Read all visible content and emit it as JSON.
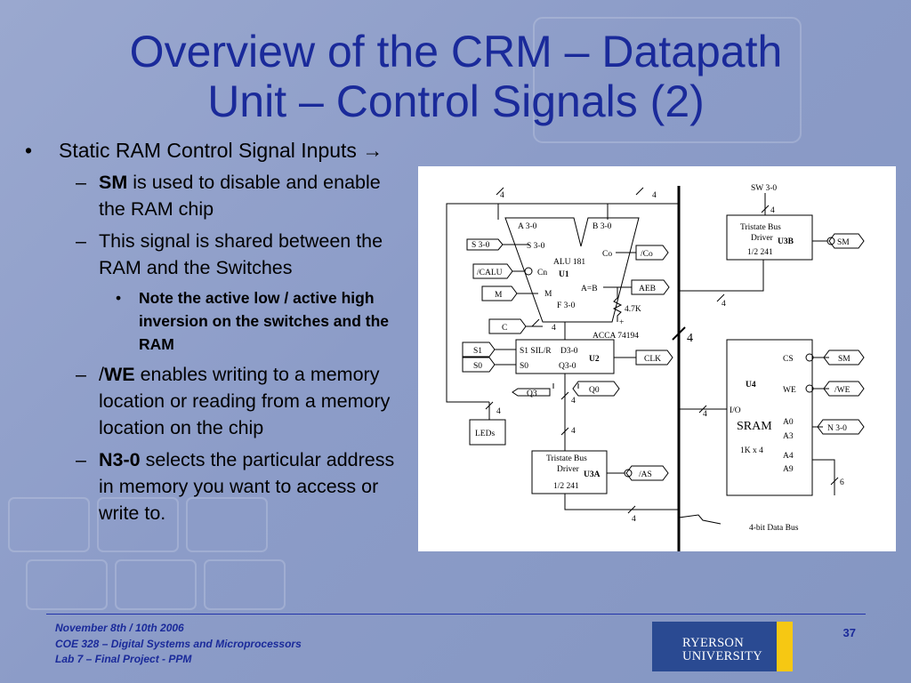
{
  "slide": {
    "title_line1": "Overview of the CRM – Datapath",
    "title_line2": "Unit – Control Signals (2)"
  },
  "bullets": {
    "b1": "Static RAM Control Signal Inputs",
    "b1_arrow": "→",
    "b1_mark": "•",
    "dash": "–",
    "dot": "•",
    "b2_bold": "SM",
    "b2_rest": " is used to disable and enable the RAM chip",
    "b3": "This signal is shared between the RAM and the Switches",
    "b4": "Note the active low / active high inversion on the switches and the RAM",
    "b5_prefix": "/",
    "b5_bold": "WE",
    "b5_rest": " enables writing to a memory location or reading from a memory location on the chip",
    "b6_bold": "N3-0",
    "b6_rest": " selects the particular address in memory you want to access or write to."
  },
  "diagram": {
    "s30": "S 3-0",
    "calu": "/CALU",
    "m": "M",
    "c": "C",
    "s1": "S1",
    "s0": "S0",
    "q3": "Q3",
    "q0": "Q0",
    "leds": "LEDs",
    "a30": "A 3-0",
    "b30": "B 3-0",
    "s30_in": "S 3-0",
    "cn": "Cn",
    "m_in": "M",
    "f30": "F 3-0",
    "alu": "ALU 181",
    "u1": "U1",
    "co": "Co",
    "aeb_in": "A=B",
    "co_out": "/Co",
    "aeb": "AEB",
    "res": "4.7K",
    "plus": "+",
    "acca": "ACCA 74194",
    "u2": "U2",
    "u2_in": "S1 SIL/R",
    "u2_d": "D3-0",
    "u2_s0": "S0",
    "u2_q": "Q3-0",
    "clk": "CLK",
    "u3a_l1": "Tristate Bus",
    "u3a_l2": "Driver",
    "u3a": "U3A",
    "u3a_l3": "1/2 241",
    "as": "/AS",
    "sw30": "SW 3-0",
    "u3b_l1": "Tristate Bus",
    "u3b_l2": "Driver",
    "u3b": "U3B",
    "u3b_l3": "1/2 241",
    "sm": "SM",
    "cs": "CS",
    "we": "WE",
    "u4": "U4",
    "io": "I/O",
    "sram": "SRAM",
    "size": "1K x 4",
    "a0": "A0",
    "a3": "A3",
    "a4": "A4",
    "a9": "A9",
    "sm2": "SM",
    "we_in": "/WE",
    "n30": "N 3-0",
    "w4": "4",
    "w6": "6",
    "bus4": "4",
    "busname": "4-bit Data Bus"
  },
  "footer": {
    "line1": "November 8th / 10th 2006",
    "line2": "COE 328 – Digital Systems and Microprocessors",
    "line3": "Lab 7 – Final Project - PPM",
    "page": "37"
  },
  "logo": {
    "line1": "RYERSON",
    "line2": "UNIVERSITY"
  },
  "colors": {
    "title": "#1a2a9a",
    "background": "#8c9cc8",
    "logo_blue": "#2a4a92",
    "logo_gold": "#f6c813"
  }
}
